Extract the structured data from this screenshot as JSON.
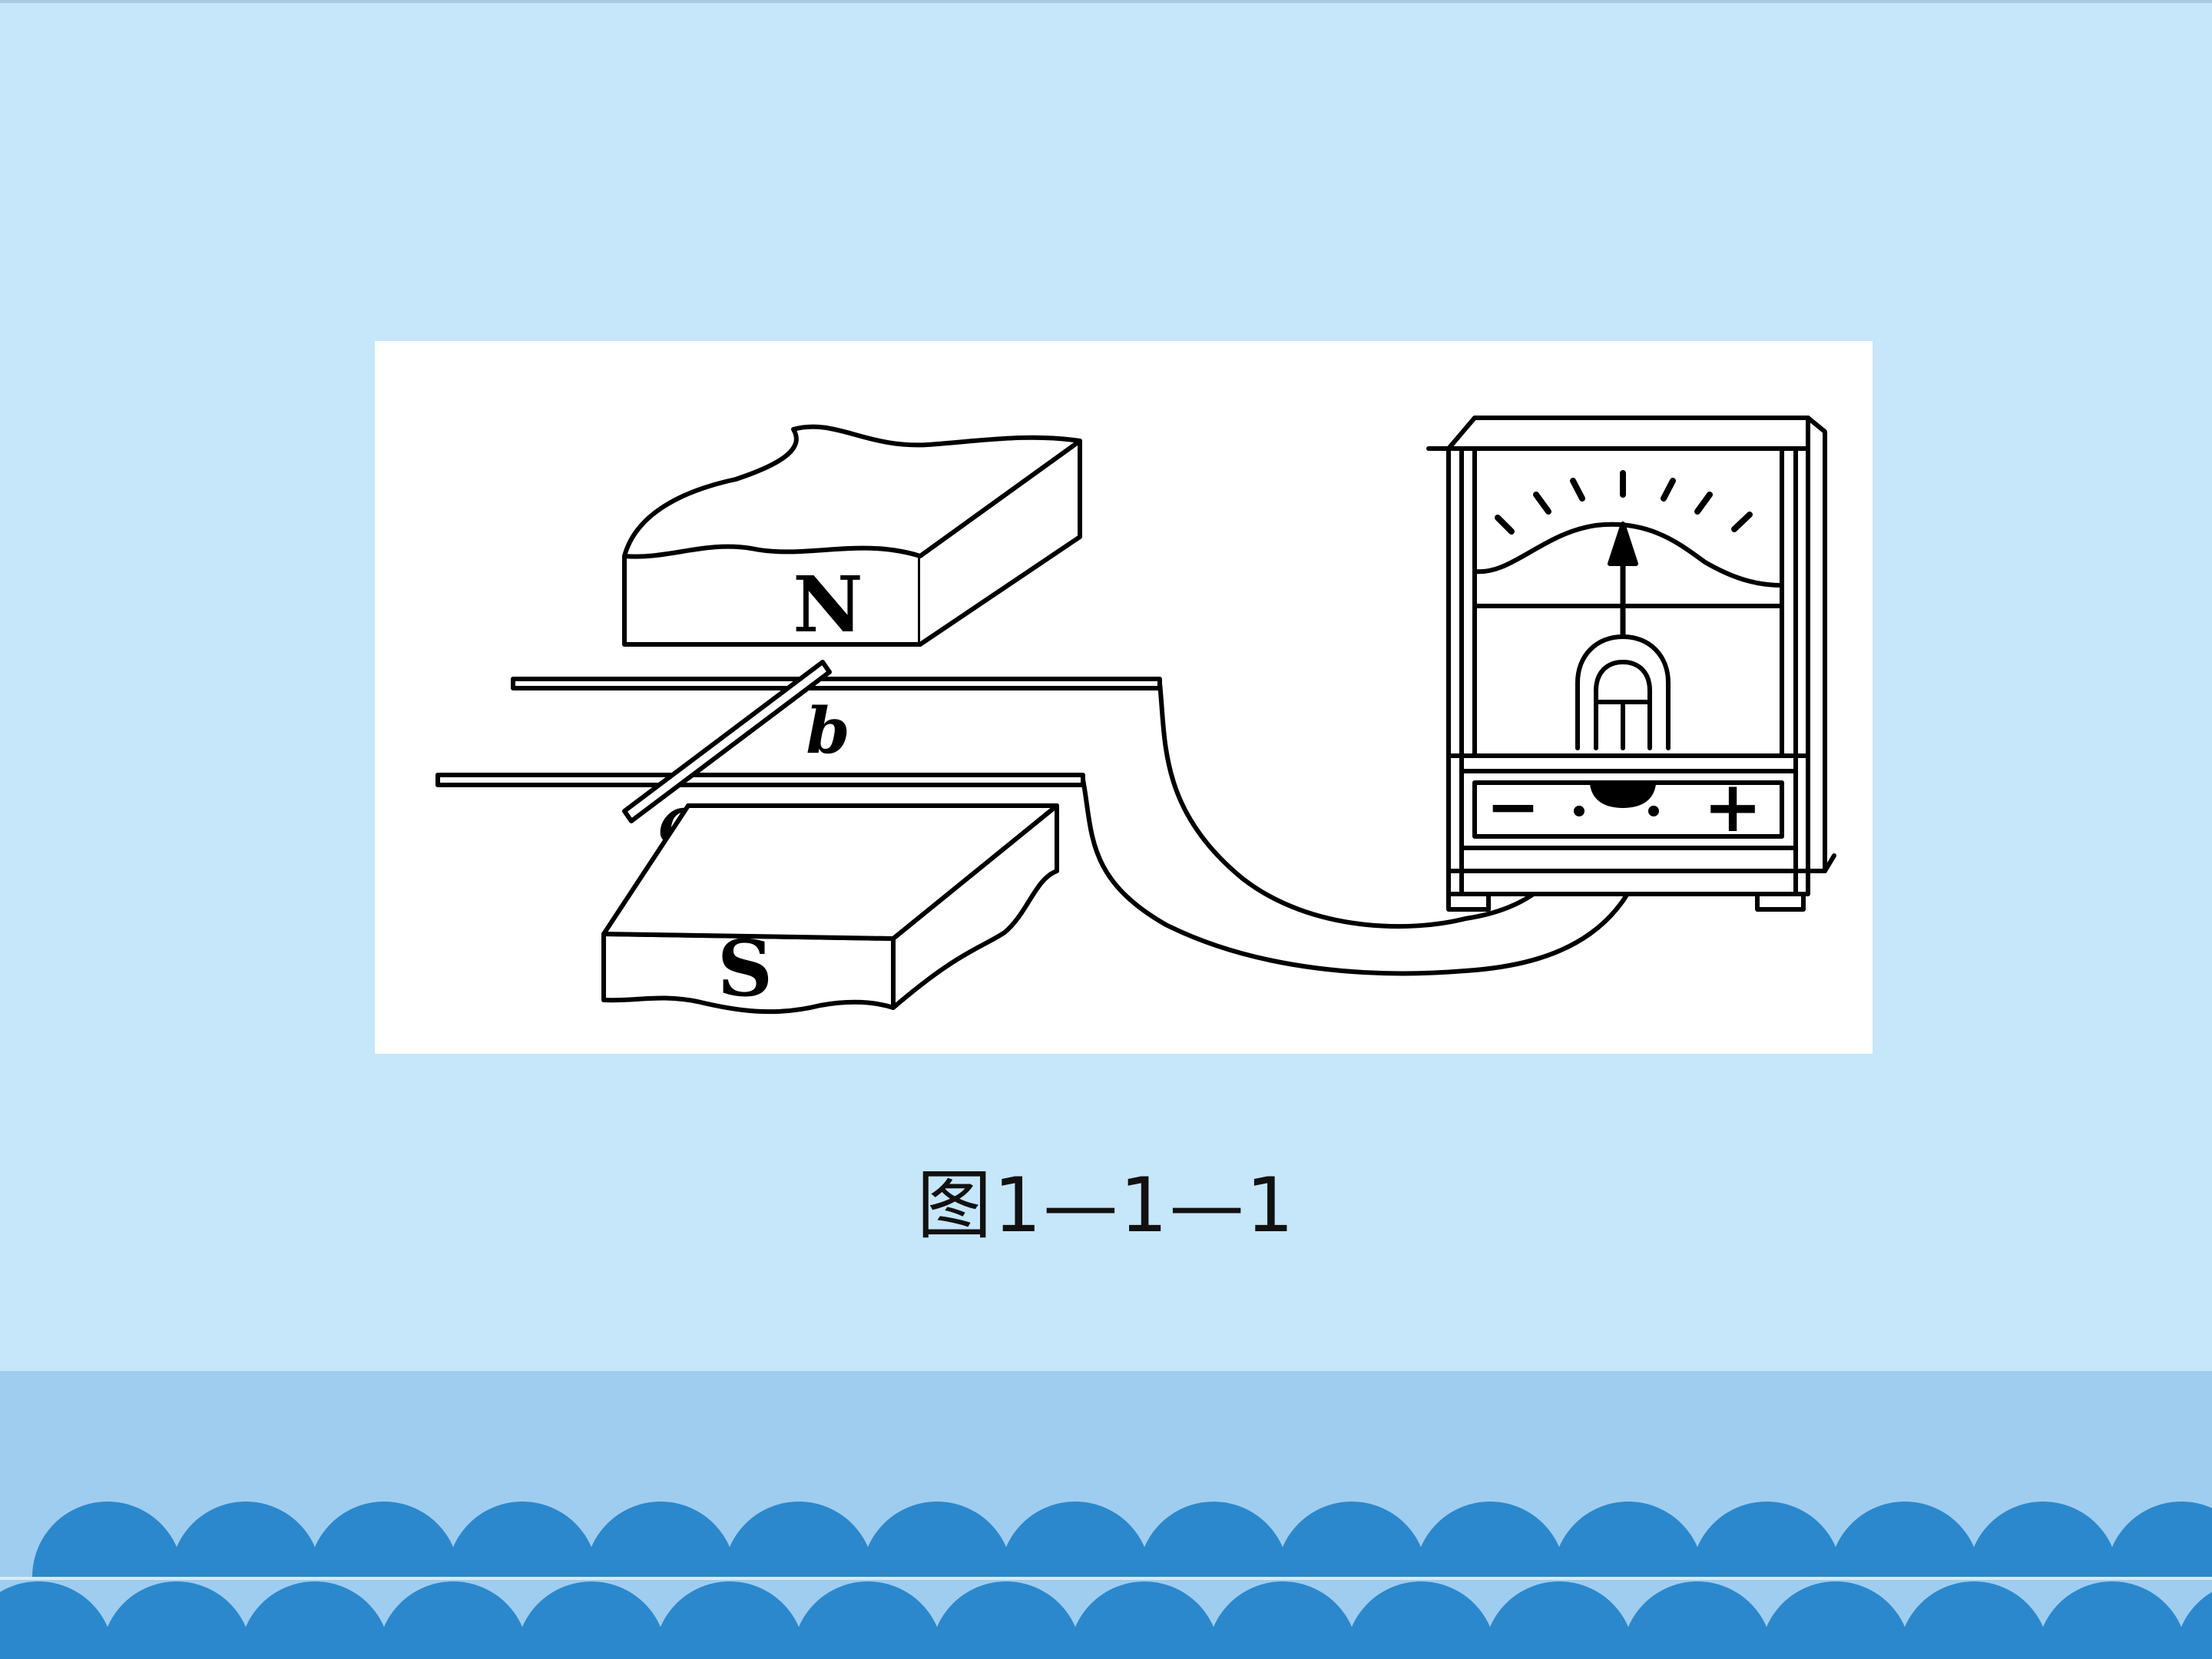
{
  "diagram": {
    "labels": {
      "north_pole": "N",
      "south_pole": "S",
      "rod_end_a": "a",
      "rod_end_b": "b",
      "meter_negative": "−",
      "meter_positive": "+"
    }
  },
  "caption": "图1—1—1",
  "colors": {
    "page_background": "#c6e6f9",
    "footer_band": "#9fcdf0",
    "wave_dark": "#2b88cc",
    "wave_light": "#8fc4ec"
  }
}
